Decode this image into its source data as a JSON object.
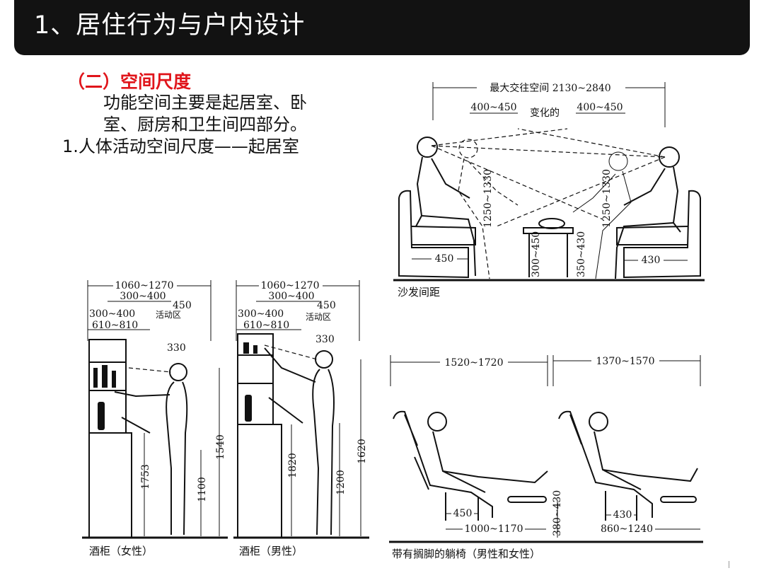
{
  "header": {
    "title": "1、居住行为与户内设计"
  },
  "section": {
    "heading": "（二）空间尺度",
    "para1": "功能空间主要是起居室、卧室、厨房和卫生间四部分。",
    "para2": "1.人体活动空间尺度——起居室"
  },
  "sofa": {
    "top_dim": "最大交往空间 2130~2840",
    "left_range": "400~450",
    "changing": "变化的",
    "right_range": "400~450",
    "h_left": "1250~1330",
    "h_right": "1250~1330",
    "seat_left": "450",
    "seat_right": "430",
    "table_left": "300~450",
    "table_right": "350~430",
    "caption": "沙发间距"
  },
  "cabinet_female": {
    "w_total": "1060~1270",
    "w_a": "300~400",
    "w_b": "450",
    "w_c": "300~400",
    "activity": "活动区",
    "w_d": "610~810",
    "eye": "330",
    "h_reach": "1753",
    "h_counter": "1100",
    "h_eye": "1540",
    "caption": "酒柜（女性）"
  },
  "cabinet_male": {
    "w_total": "1060~1270",
    "w_a": "300~400",
    "w_b": "450",
    "w_c": "300~400",
    "activity": "活动区",
    "w_d": "610~810",
    "eye": "330",
    "h_reach": "1820",
    "h_counter": "1200",
    "h_eye": "1620",
    "caption": "酒柜（男性）"
  },
  "recliner": {
    "w_left": "1520~1720",
    "w_right": "1370~1570",
    "seat_left": "450",
    "seat_right": "430",
    "len_left": "1000~1170",
    "len_right": "860~1240",
    "h_seat": "380~430",
    "caption": "带有搁脚的躺椅（男性和女性）"
  }
}
